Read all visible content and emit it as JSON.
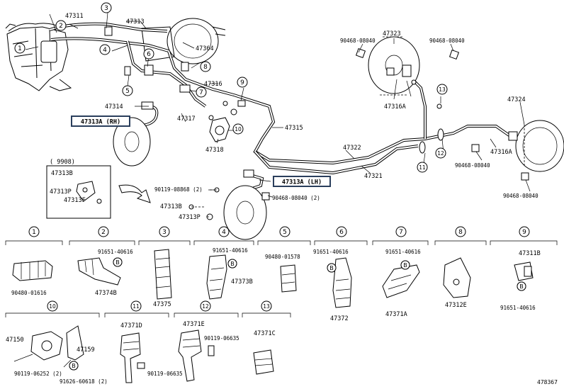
{
  "diagram_id": "478367",
  "callouts": {
    "c1": "1",
    "c2": "2",
    "c3": "3",
    "c4": "4",
    "c5": "5",
    "c6": "6",
    "c7": "7",
    "c8": "8",
    "c9": "9",
    "c10": "10",
    "c11": "11",
    "c12": "12",
    "c13": "13"
  },
  "top_labels": {
    "p47311": "47311",
    "p47313": "47313",
    "p47364": "47364",
    "p47316": "47316",
    "p47314": "47314",
    "p47317": "47317",
    "p47318": "47318",
    "p47315": "47315",
    "p47322": "47322",
    "p47321": "47321",
    "p47323": "47323",
    "p47316A_top": "47316A",
    "p47324": "47324",
    "p47316A_right": "47316A",
    "bolt_9046_1": "90468-08040",
    "bolt_9046_2": "90468-08040",
    "bolt_9046_3": "90468-08040",
    "bolt_9046_4": "90468-08040",
    "bolt_9046_5": "90468-08040 (2)",
    "p90119_08868": "90119-08868 (2)",
    "p47313B": "47313B",
    "p47313P": "47313P",
    "inset_date": "(      9908)",
    "inset_47313B": "47313B",
    "inset_47313P": "47313P",
    "inset_47313F": "47313F"
  },
  "boxed_labels": {
    "rh": "47313A (RH)",
    "lh": "47313A (LH)"
  },
  "detail_labels": {
    "d1_a": "90480-01616",
    "d2_a": "91651-40616",
    "d2_b": "47374B",
    "d3_a": "47375",
    "d4_a": "91651-40616",
    "d4_b": "47373B",
    "d5_a": "90480-01578",
    "d6_a": "91651-40616",
    "d6_b": "47372",
    "d7_a": "91651-40616",
    "d7_b": "47371A",
    "d8_a": "47312E",
    "d9_a": "47311B",
    "d9_b": "91651-40616",
    "d10_a": "47150",
    "d10_b": "47159",
    "d10_c": "90119-06252 (2)",
    "d10_d": "91626-60618 (2)",
    "d11_a": "47371D",
    "d11_b": "90119-06635",
    "d12_a": "47371E",
    "d12_b": "90119-06635",
    "d13_a": "47371C"
  },
  "marker_letter": "B"
}
